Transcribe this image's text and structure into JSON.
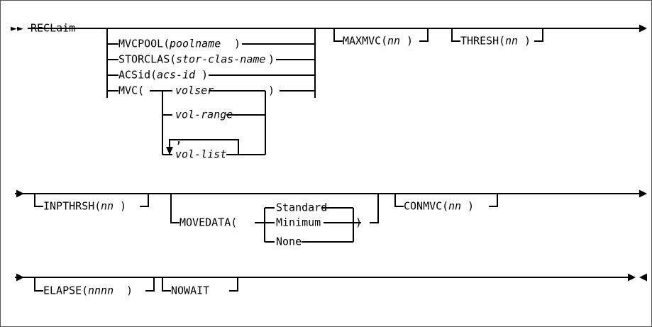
{
  "diagram": {
    "type": "railroad-syntax-diagram",
    "command": "RECLaim",
    "start_marker": "►►",
    "continue_marker": "►",
    "end_marker": "►◄",
    "line_color": "#000000",
    "background_color": "#ffffff",
    "border_color": "#555555"
  },
  "rows": [
    {
      "id": "row-1",
      "label": "row-1-reclaim-selection",
      "start": "►►",
      "end": "►",
      "items": [
        {
          "id": "reclaim",
          "text": "RECLaim",
          "kind": "keyword",
          "required": true
        },
        {
          "id": "mvcpool",
          "text": "MVCPOOL(",
          "kind": "keyword",
          "arg": "poolname",
          "arg_kind": "variable",
          "close": ")",
          "required": false
        },
        {
          "id": "storclas",
          "text": "STORCLAS(",
          "kind": "keyword",
          "arg": "stor-clas-name",
          "arg_kind": "variable",
          "close": ")",
          "required": false
        },
        {
          "id": "acsid",
          "text": "ACSid(",
          "kind": "keyword",
          "arg": "acs-id",
          "arg_kind": "variable",
          "close": ")",
          "required": false
        },
        {
          "id": "mvc",
          "text": "MVC(",
          "kind": "keyword",
          "close": ")",
          "required": false,
          "choices": [
            {
              "id": "volser",
              "text": "volser",
              "kind": "variable"
            },
            {
              "id": "vol-range",
              "text": "vol-range",
              "kind": "variable"
            },
            {
              "id": "vol-list",
              "text": "vol-list",
              "kind": "variable",
              "repeatable": true,
              "separator": ","
            }
          ]
        },
        {
          "id": "maxmvc",
          "text": "MAXMVC(",
          "kind": "keyword",
          "arg": "nn",
          "arg_kind": "variable",
          "close": ")",
          "required": false
        },
        {
          "id": "thresh",
          "text": "THRESH(",
          "kind": "keyword",
          "arg": "nn",
          "arg_kind": "variable",
          "close": ")",
          "required": false
        }
      ]
    },
    {
      "id": "row-2",
      "label": "row-2-options",
      "start": "►",
      "end": "►",
      "items": [
        {
          "id": "inpthrsh",
          "text": "INPTHRSH(",
          "kind": "keyword",
          "arg": "nn",
          "arg_kind": "variable",
          "close": ")",
          "required": false
        },
        {
          "id": "movedata",
          "text": "MOVEDATA(",
          "kind": "keyword",
          "close": ")",
          "required": false,
          "choices": [
            {
              "id": "standard",
              "text": "Standard",
              "kind": "keyword",
              "default": true
            },
            {
              "id": "minimum",
              "text": "Minimum",
              "kind": "keyword",
              "default": false
            },
            {
              "id": "none",
              "text": "None",
              "kind": "keyword",
              "default": false
            }
          ]
        },
        {
          "id": "conmvc",
          "text": "CONMVC(",
          "kind": "keyword",
          "arg": "nn",
          "arg_kind": "variable",
          "close": ")",
          "required": false
        }
      ]
    },
    {
      "id": "row-3",
      "label": "row-3-timing",
      "start": "►",
      "end": "►◄",
      "items": [
        {
          "id": "elapse",
          "text": "ELAPSE(",
          "kind": "keyword",
          "arg": "nnnn",
          "arg_kind": "variable",
          "close": ")",
          "required": false
        },
        {
          "id": "nowait",
          "text": "NOWAIT",
          "kind": "keyword",
          "required": false
        }
      ]
    }
  ],
  "tokens": {
    "reclaim": "RECLaim",
    "mvcpool_kw": "MVCPOOL(",
    "mvcpool_arg": "poolname",
    "mvcpool_close": ")",
    "storclas_kw": "STORCLAS(",
    "storclas_arg": "stor-clas-name",
    "storclas_close": ")",
    "acsid_kw": "ACSid(",
    "acsid_arg": "acs-id",
    "acsid_close": ")",
    "mvc_kw": "MVC(",
    "mvc_close": ")",
    "volser": "volser",
    "vol_range": "vol-range",
    "vol_list": "vol-list",
    "comma": ",",
    "maxmvc_kw": "MAXMVC(",
    "maxmvc_arg": "nn",
    "maxmvc_close": ")",
    "thresh_kw": "THRESH(",
    "thresh_arg": "nn",
    "thresh_close": ")",
    "inpthrsh_kw": "INPTHRSH(",
    "inpthrsh_arg": "nn",
    "inpthrsh_close": ")",
    "movedata_kw": "MOVEDATA(",
    "movedata_close": ")",
    "standard": "Standard",
    "minimum": "Minimum",
    "none": "None",
    "conmvc_kw": "CONMVC(",
    "conmvc_arg": "nn",
    "conmvc_close": ")",
    "elapse_kw": "ELAPSE(",
    "elapse_arg": "nnnn",
    "elapse_close": ")",
    "nowait": "NOWAIT",
    "start_marker": "►►",
    "cont_marker": "►",
    "end_marker_pair": "►◄"
  }
}
